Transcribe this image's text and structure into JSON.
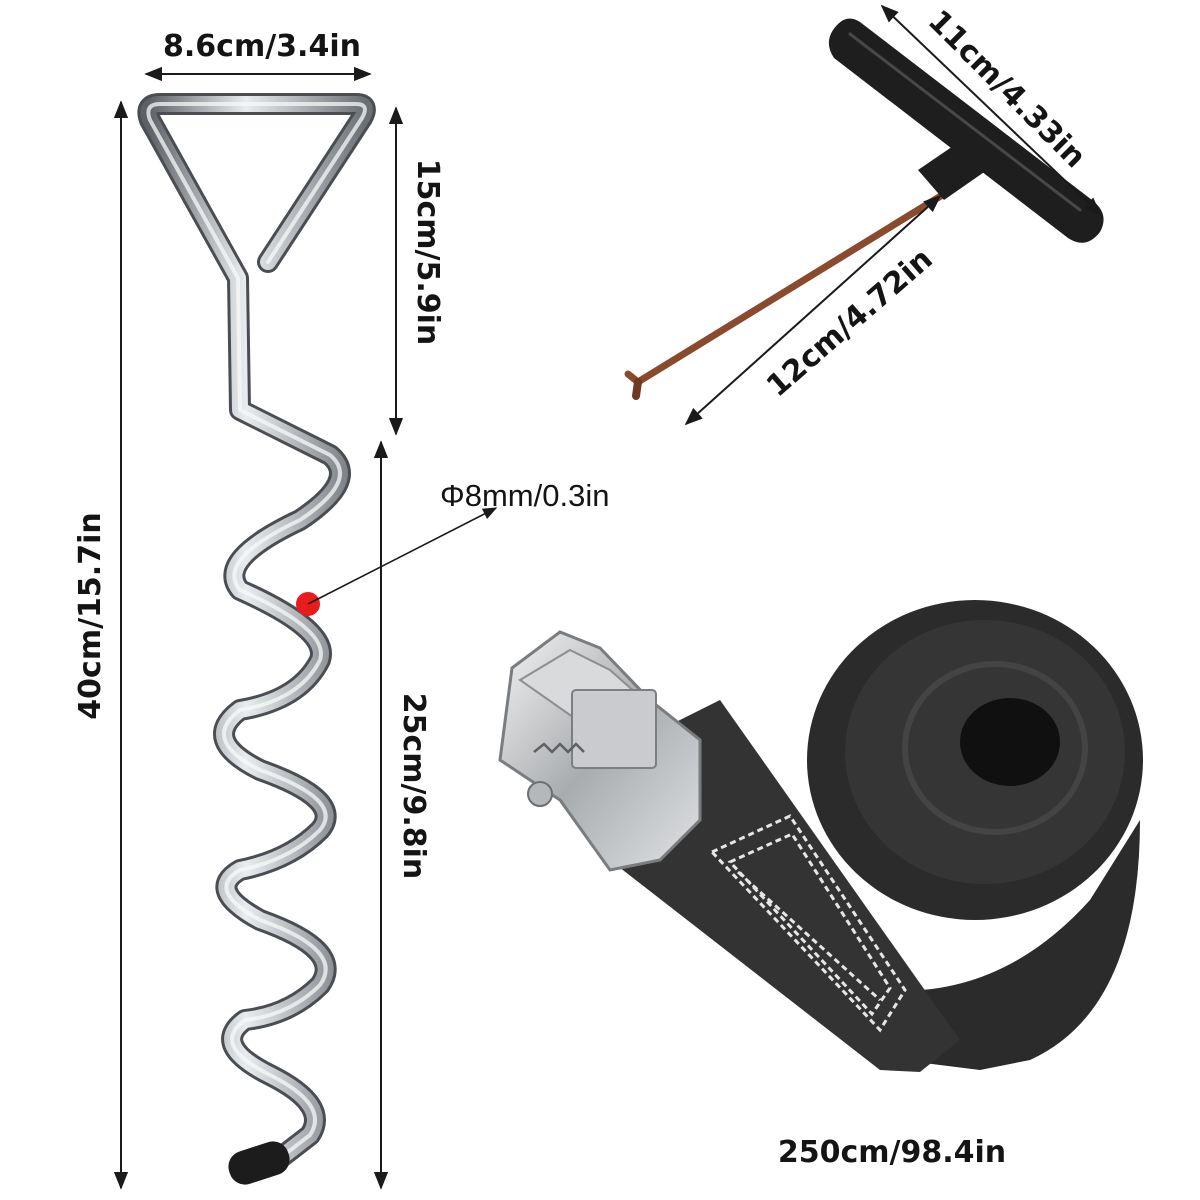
{
  "labels": {
    "anchor_width": "8.6cm/3.4in",
    "anchor_height_total": "40cm/15.7in",
    "anchor_handle": "15cm/5.9in",
    "anchor_spiral": "25cm/9.8in",
    "wire_diameter": "Φ8mm/0.3in",
    "tool_handle": "11cm/4.33in",
    "tool_shaft": "12cm/4.72in",
    "strap_length": "250cm/98.4in"
  },
  "colors": {
    "background": "#ffffff",
    "steel": "#9aa0a6",
    "strap": "#2b2b2b",
    "handle": "#1e1e1e",
    "rod": "#8a4a2e",
    "marker": "#e81c1c"
  }
}
